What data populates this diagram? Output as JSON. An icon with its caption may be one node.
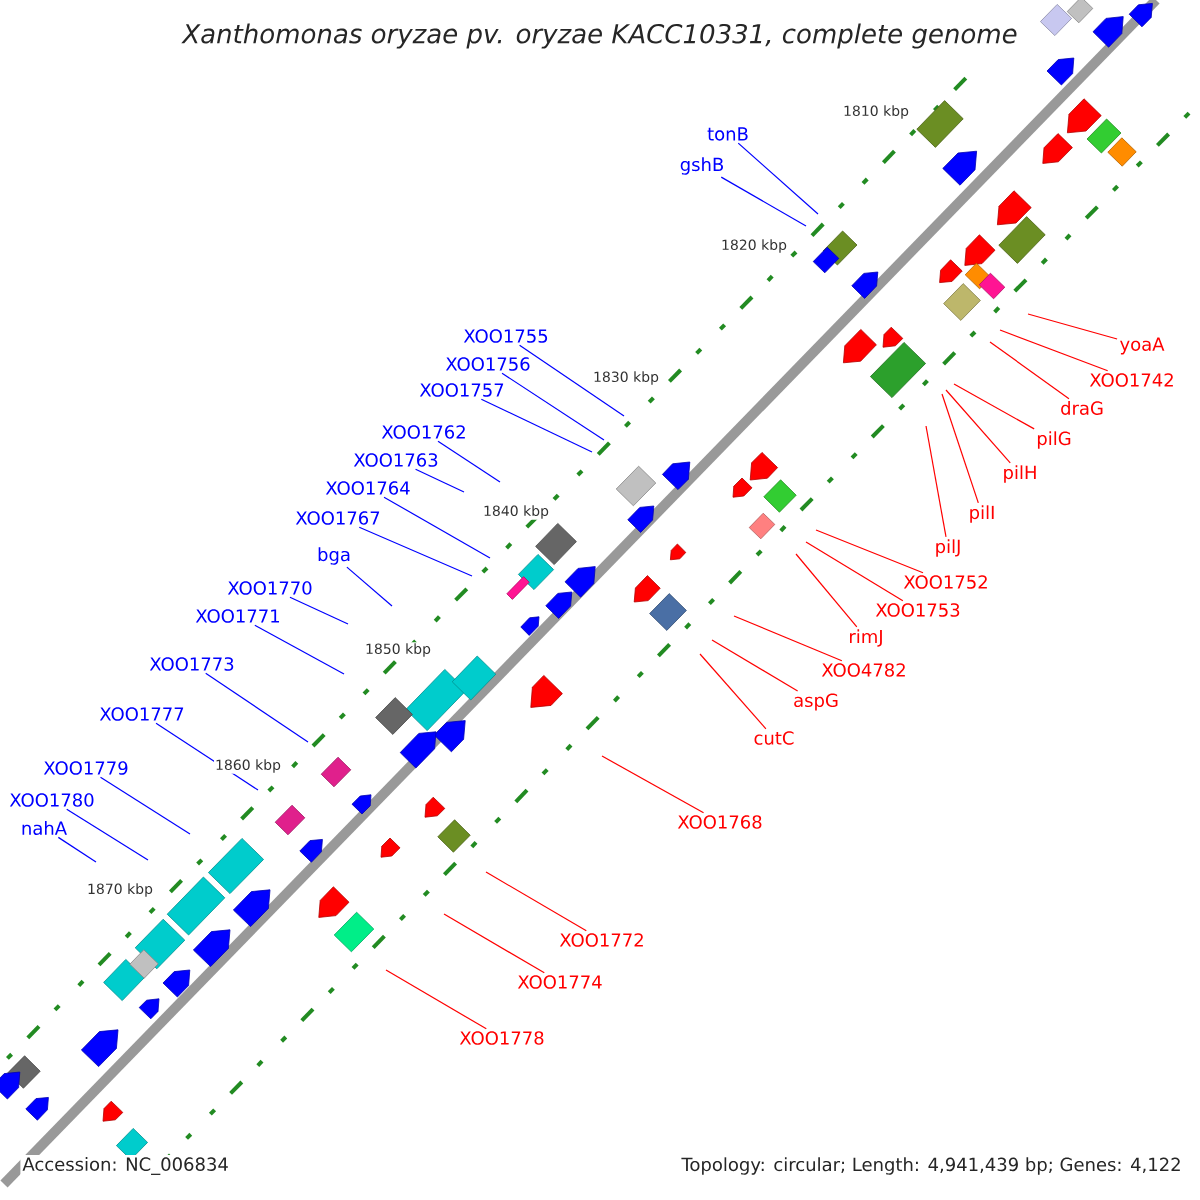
{
  "diagram": {
    "title": "Xanthomonas oryzae pv. oryzae KACC10331, complete genome",
    "nodes": [
      {
        "text": [
          "tonB"
        ]
      },
      {
        "text": [
          "gshB"
        ]
      },
      {
        "text": [
          "XOO1755"
        ]
      },
      {
        "text": [
          "XOO1756"
        ]
      },
      {
        "text": [
          "XOO1757"
        ]
      },
      {
        "text": [
          "XOO1762"
        ]
      },
      {
        "text": [
          "XOO1763"
        ]
      },
      {
        "text": [
          "XOO1764"
        ]
      },
      {
        "text": [
          "XOO1767"
        ]
      },
      {
        "text": [
          "bga"
        ]
      },
      {
        "text": [
          "XOO1770"
        ]
      },
      {
        "text": [
          "XOO1771"
        ]
      },
      {
        "text": [
          "XOO1773"
        ]
      },
      {
        "text": [
          "XOO1777"
        ]
      },
      {
        "text": [
          "XOO1779"
        ]
      },
      {
        "text": [
          "XOO1780"
        ]
      },
      {
        "text": [
          "nahA"
        ]
      },
      {
        "text": [
          "yoaA"
        ]
      },
      {
        "text": [
          "XOO1742"
        ]
      },
      {
        "text": [
          "draG"
        ]
      },
      {
        "text": [
          "pilG"
        ]
      },
      {
        "text": [
          "pilH"
        ]
      },
      {
        "text": [
          "pilI"
        ]
      },
      {
        "text": [
          "pilJ"
        ]
      },
      {
        "text": [
          "XOO1752"
        ]
      },
      {
        "text": [
          "XOO1753"
        ]
      },
      {
        "text": [
          "rimJ"
        ]
      },
      {
        "text": [
          "XOO4782"
        ]
      },
      {
        "text": [
          "aspG"
        ]
      },
      {
        "text": [
          "cutC"
        ]
      },
      {
        "text": [
          "XOO1768"
        ]
      },
      {
        "text": [
          "XOO1772"
        ]
      },
      {
        "text": [
          "XOO1774"
        ]
      },
      {
        "text": [
          "XOO1778"
        ]
      }
    ],
    "edges": [
      {
        "from": 0,
        "to": null,
        "arrow": "none",
        "color": "#0000ff"
      },
      {
        "from": 1,
        "to": null,
        "arrow": "none",
        "color": "#0000ff"
      },
      {
        "from": 2,
        "to": null,
        "arrow": "none",
        "color": "#0000ff"
      },
      {
        "from": 3,
        "to": null,
        "arrow": "none",
        "color": "#0000ff"
      },
      {
        "from": 4,
        "to": null,
        "arrow": "none",
        "color": "#0000ff"
      },
      {
        "from": 5,
        "to": null,
        "arrow": "none",
        "color": "#0000ff"
      },
      {
        "from": 6,
        "to": null,
        "arrow": "none",
        "color": "#0000ff"
      },
      {
        "from": 7,
        "to": null,
        "arrow": "none",
        "color": "#0000ff"
      },
      {
        "from": 8,
        "to": null,
        "arrow": "none",
        "color": "#0000ff"
      },
      {
        "from": 9,
        "to": null,
        "arrow": "none",
        "color": "#0000ff"
      },
      {
        "from": 10,
        "to": null,
        "arrow": "none",
        "color": "#0000ff"
      },
      {
        "from": 11,
        "to": null,
        "arrow": "none",
        "color": "#0000ff"
      },
      {
        "from": 12,
        "to": null,
        "arrow": "none",
        "color": "#0000ff"
      },
      {
        "from": 13,
        "to": null,
        "arrow": "none",
        "color": "#0000ff"
      },
      {
        "from": 14,
        "to": null,
        "arrow": "none",
        "color": "#0000ff"
      },
      {
        "from": 15,
        "to": null,
        "arrow": "none",
        "color": "#0000ff"
      },
      {
        "from": 16,
        "to": null,
        "arrow": "none",
        "color": "#0000ff"
      },
      {
        "from": 17,
        "to": null,
        "arrow": "none",
        "color": "#ff0000"
      },
      {
        "from": 18,
        "to": null,
        "arrow": "none",
        "color": "#ff0000"
      },
      {
        "from": 19,
        "to": null,
        "arrow": "none",
        "color": "#ff0000"
      },
      {
        "from": 20,
        "to": null,
        "arrow": "none",
        "color": "#ff0000"
      },
      {
        "from": 21,
        "to": null,
        "arrow": "none",
        "color": "#ff0000"
      },
      {
        "from": 22,
        "to": null,
        "arrow": "none",
        "color": "#ff0000"
      },
      {
        "from": 23,
        "to": null,
        "arrow": "none",
        "color": "#ff0000"
      },
      {
        "from": 24,
        "to": null,
        "arrow": "none",
        "color": "#ff0000"
      },
      {
        "from": 25,
        "to": null,
        "arrow": "none",
        "color": "#ff0000"
      },
      {
        "from": 26,
        "to": null,
        "arrow": "none",
        "color": "#ff0000"
      },
      {
        "from": 27,
        "to": null,
        "arrow": "none",
        "color": "#ff0000"
      },
      {
        "from": 28,
        "to": null,
        "arrow": "none",
        "color": "#ff0000"
      },
      {
        "from": 29,
        "to": null,
        "arrow": "none",
        "color": "#ff0000"
      },
      {
        "from": 30,
        "to": null,
        "arrow": "none",
        "color": "#ff0000"
      },
      {
        "from": 31,
        "to": null,
        "arrow": "none",
        "color": "#ff0000"
      },
      {
        "from": 32,
        "to": null,
        "arrow": "none",
        "color": "#ff0000"
      },
      {
        "from": 33,
        "to": null,
        "arrow": "none",
        "color": "#ff0000"
      }
    ],
    "labels": [
      "1810 kbp",
      "1820 kbp",
      "1830 kbp",
      "1840 kbp",
      "1850 kbp",
      "1860 kbp",
      "1870 kbp",
      "Accession: NC_006834",
      "Topology: circular; Length: 4,941,439 bp; Genes: 4,122"
    ]
  }
}
